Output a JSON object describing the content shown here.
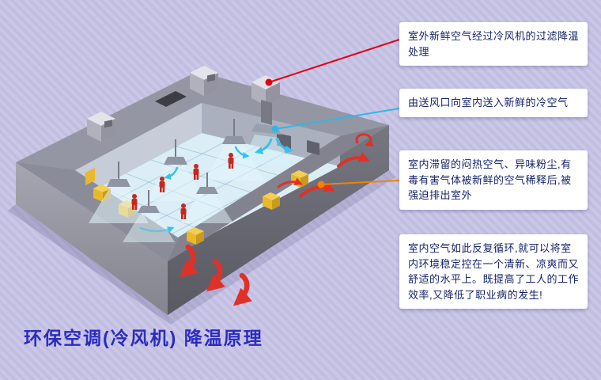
{
  "title": {
    "text": "环保空调(冷风机) 降温原理",
    "color": "#2b2bc2"
  },
  "callouts": [
    {
      "text": "室外新鲜空气经过冷风机的过滤降温处理",
      "leader_color": "#e60012"
    },
    {
      "text": "由送风口向室内送入新鲜的冷空气",
      "leader_color": "#2fb8e6"
    },
    {
      "text": "室内滞留的闷热空气、异味粉尘,有毒有害气体被新鲜的空气稀释后,被强迫排出室外",
      "leader_color": "#f08300"
    },
    {
      "text": "室内空气如此反复循环,就可以将室内环境稳定控在一个清新、凉爽而又舒适的水平上。既提高了工人的工作效率,又降低了职业病的发生!",
      "leader_color": ""
    }
  ],
  "diagram": {
    "description": "isometric cutaway of a factory workshop cooled by rooftop evaporative coolers",
    "colors": {
      "fresh_air_supply": "#35c3ec",
      "hot_air_exhaust": "#df3128",
      "floor": "#dbeef6",
      "worker": "#c4281f",
      "machine": "#e9b82c"
    }
  }
}
